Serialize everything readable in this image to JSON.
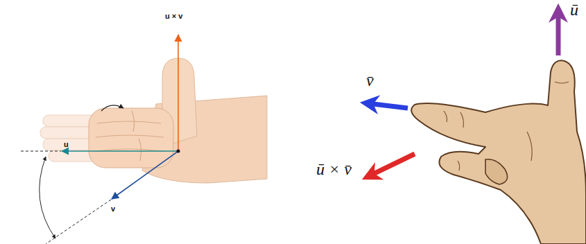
{
  "diagram": {
    "labels": [
      "u × v",
      "u",
      "v",
      "ū",
      "v̄",
      "ū × v̄"
    ]
  }
}
